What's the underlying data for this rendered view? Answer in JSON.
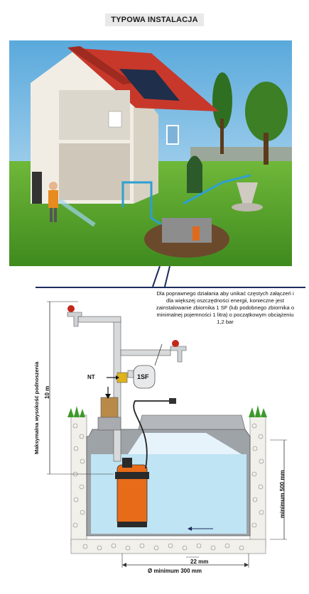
{
  "title": "TYPOWA INSTALACJA",
  "note": "Dla poprawnego działania aby unikać częstych załączeń i dla większej oszczędności energii, konieczne jest zainstalowanie zbiornika 1 SF (lub podobnego zbiornika o minimalnej pojemności 1 litra) o początkowym obciążeniu 1,2 bar",
  "labels": {
    "nt": "NT",
    "tank": "1SF",
    "max_height": "Maksymalna wysokość podnoszenia",
    "max_height_value": "10 m",
    "min_500": "minimum 500 mm",
    "dim_22": "22 mm",
    "min_300": "Ø minimum 300 mm"
  }
}
